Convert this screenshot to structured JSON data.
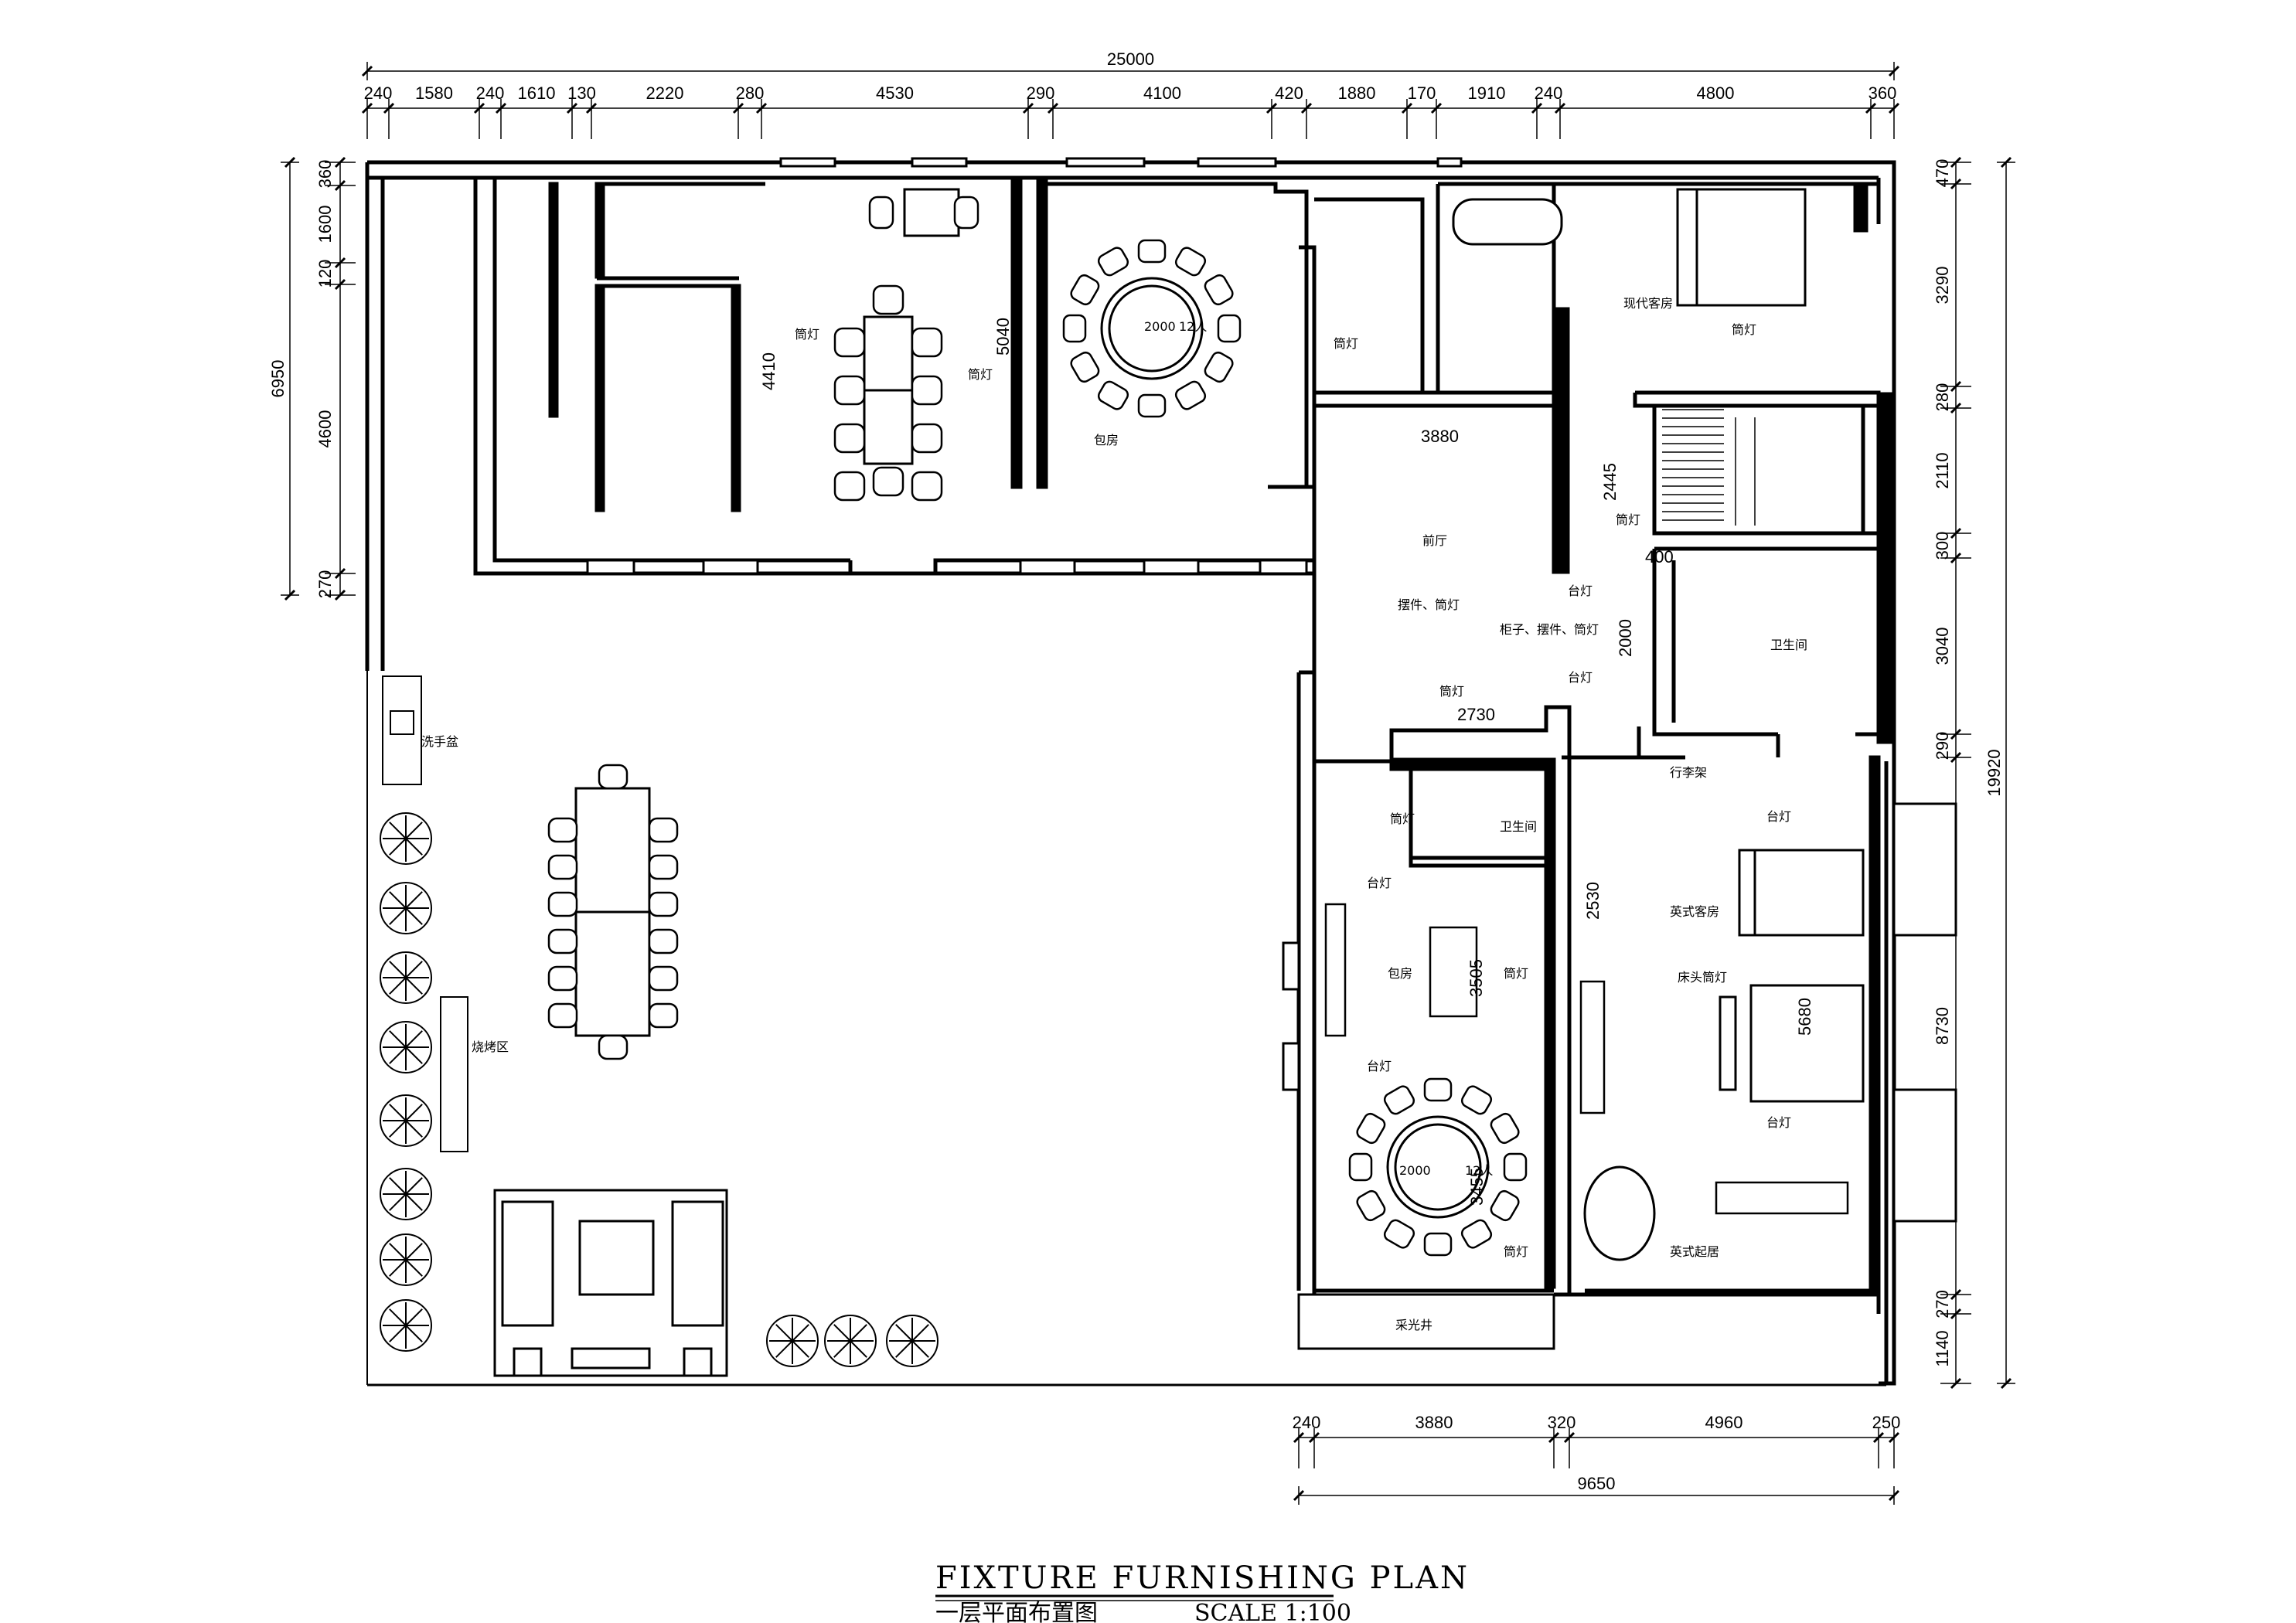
{
  "title": {
    "main": "FIXTURE FURNISHING PLAN",
    "sub": "一层平面布置图",
    "scale": "SCALE 1:100"
  },
  "dimensions": {
    "top_total": "25000",
    "top_segments": [
      "240",
      "1580",
      "240",
      "1610",
      "130",
      "2220",
      "280",
      "4530",
      "290",
      "4100",
      "420",
      "1880",
      "170",
      "1910",
      "240",
      "4800",
      "360"
    ],
    "left_total": "6950",
    "left_segments": [
      "360",
      "1600",
      "120",
      "4600",
      "270"
    ],
    "right_total": "19920",
    "right_segments": [
      "470",
      "3290",
      "280",
      "2110",
      "300",
      "3040",
      "290",
      "8730",
      "270",
      "1140"
    ],
    "bottom_total": "9650",
    "bottom_segments": [
      "240",
      "3880",
      "320",
      "4960",
      "250"
    ],
    "inner": [
      "4410",
      "5040",
      "3880",
      "2445",
      "400",
      "2000",
      "2730",
      "2530",
      "3505",
      "5680",
      "3455"
    ]
  },
  "rooms": {
    "modern_bedroom": "现代客房",
    "private_room_top": "包房",
    "bar": "前厅",
    "bathroom_right": "卫生间",
    "bathroom_mid": "卫生间",
    "luggage": "行李架",
    "english_bedroom": "英式客房",
    "english_lounge": "英式起居",
    "private_room_bottom": "包房",
    "bbq": "烧烤区",
    "wash_basin": "洗手盆",
    "sunroom": "采光井"
  },
  "notes": {
    "downlight": "筒灯",
    "table_lamp": "台灯",
    "bedside_downlight": "床头筒灯",
    "cabinet_downlight": "柜子、摆件、筒灯",
    "display_downlight": "摆件、筒灯",
    "table_a": "2000",
    "table_b": "12人"
  }
}
